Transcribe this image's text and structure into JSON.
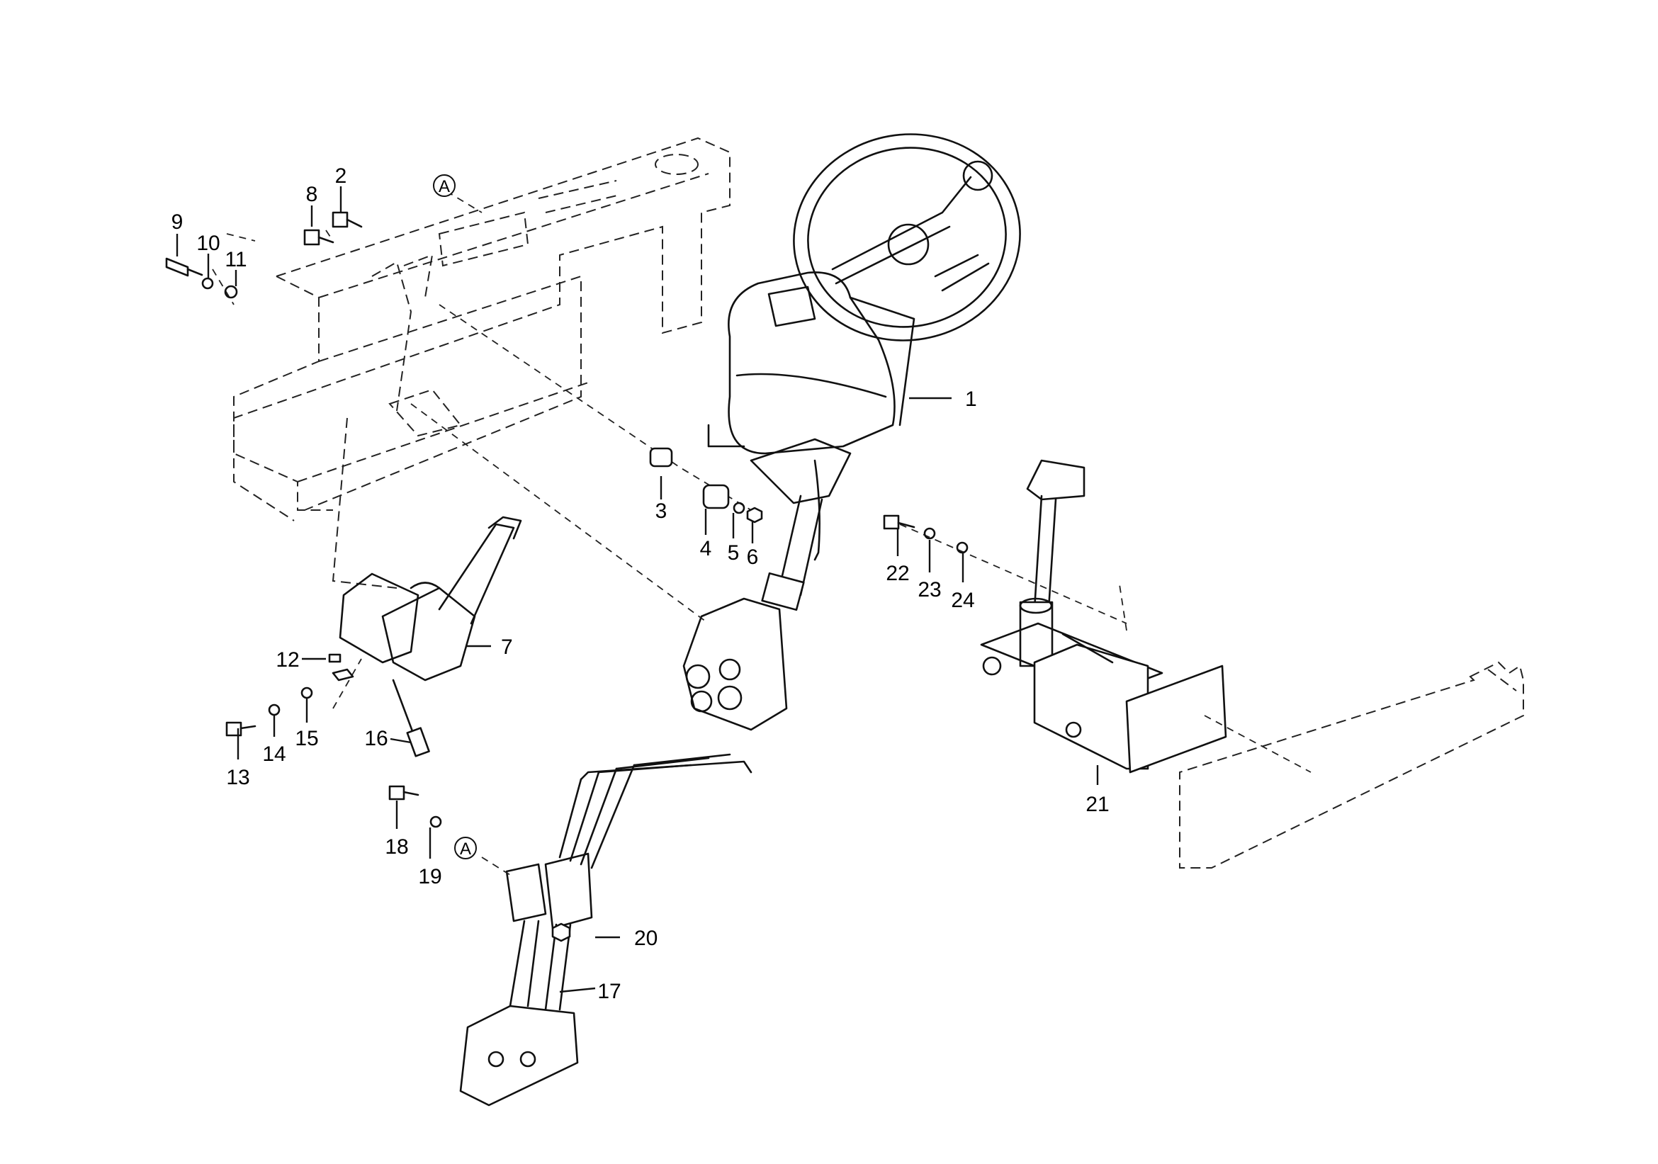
{
  "diagram": {
    "type": "exploded-parts-diagram",
    "callouts": [
      "1",
      "2",
      "3",
      "4",
      "5",
      "6",
      "7",
      "8",
      "9",
      "10",
      "11",
      "12",
      "13",
      "14",
      "15",
      "16",
      "17",
      "18",
      "19",
      "20",
      "21",
      "22",
      "23",
      "24"
    ],
    "reference_markers": [
      "A",
      "A"
    ]
  }
}
